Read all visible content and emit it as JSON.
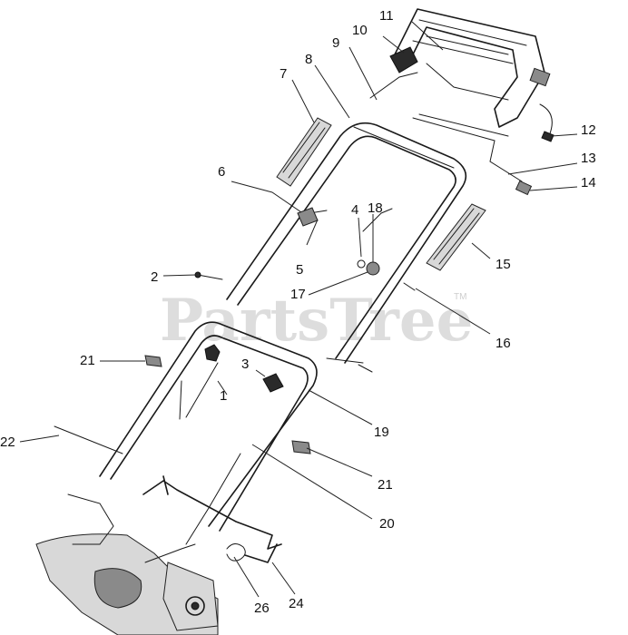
{
  "watermark": {
    "text": "PartsTree",
    "trademark": "TM"
  },
  "callouts": {
    "p1": "1",
    "p2": "2",
    "p3": "3",
    "p4": "4",
    "p5": "5",
    "p6": "6",
    "p7": "7",
    "p8": "8",
    "p9": "9",
    "p10": "10",
    "p11": "11",
    "p12": "12",
    "p13": "13",
    "p14": "14",
    "p15": "15",
    "p16": "16",
    "p17": "17",
    "p18": "18",
    "p19": "19",
    "p20": "20",
    "p21a": "21",
    "p21b": "21",
    "p22": "22",
    "p24": "24",
    "p26": "26"
  }
}
